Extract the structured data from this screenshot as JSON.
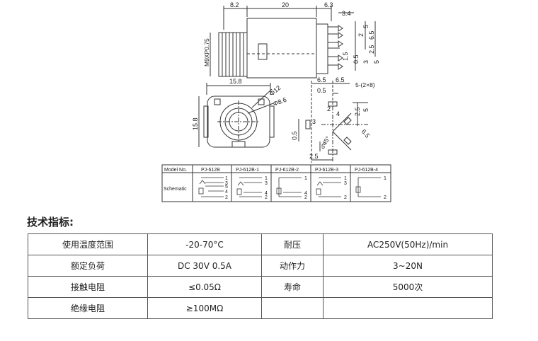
{
  "drawing": {
    "side_view": {
      "dims_top": [
        "8.2",
        "20",
        "6.3",
        "3.4"
      ],
      "thread": "M9XP0.75",
      "dims_right": [
        "2",
        "6.5",
        "5",
        "2.5"
      ],
      "dims_bottom": [
        "1.5",
        "0.5",
        "3",
        "5"
      ]
    },
    "front_view": {
      "width": "15.8",
      "height": "15.8",
      "diameters": [
        "Φ12",
        "Φ8.6"
      ]
    },
    "pcb_view": {
      "dims_top": [
        "6.5",
        "6.5",
        "0.5"
      ],
      "hole_note": "5-(2×8)",
      "side_dims": [
        "2.5",
        "5",
        "4",
        "2",
        "3",
        "0.5",
        "45°",
        "6.5",
        "2.5",
        "5"
      ]
    },
    "model_table": {
      "header_label": "Model No.",
      "models": [
        "PJ-612B",
        "PJ-612B-1",
        "PJ-612B-2",
        "PJ-612B-3",
        "PJ-612B-4"
      ],
      "row_label": "Schematic",
      "pins": {
        "c0": [
          "1",
          "3",
          "5",
          "4",
          "2"
        ],
        "c1": [
          "1",
          "3",
          "4",
          "2"
        ],
        "c2": [
          "1",
          "4",
          "2"
        ],
        "c3": [
          "1",
          "3",
          "2"
        ],
        "c4": [
          "1",
          "2"
        ]
      }
    }
  },
  "specs": {
    "heading": "技术指标:",
    "rows": [
      [
        "使用温度范围",
        "-20-70°C",
        "耐压",
        "AC250V(50Hz)/min"
      ],
      [
        "额定负荷",
        "DC 30V 0.5A",
        "动作力",
        "3~20N"
      ],
      [
        "接触电阻",
        "≤0.05Ω",
        "寿命",
        "5000次"
      ],
      [
        "绝缘电阻",
        "≥100MΩ",
        "",
        ""
      ]
    ]
  }
}
